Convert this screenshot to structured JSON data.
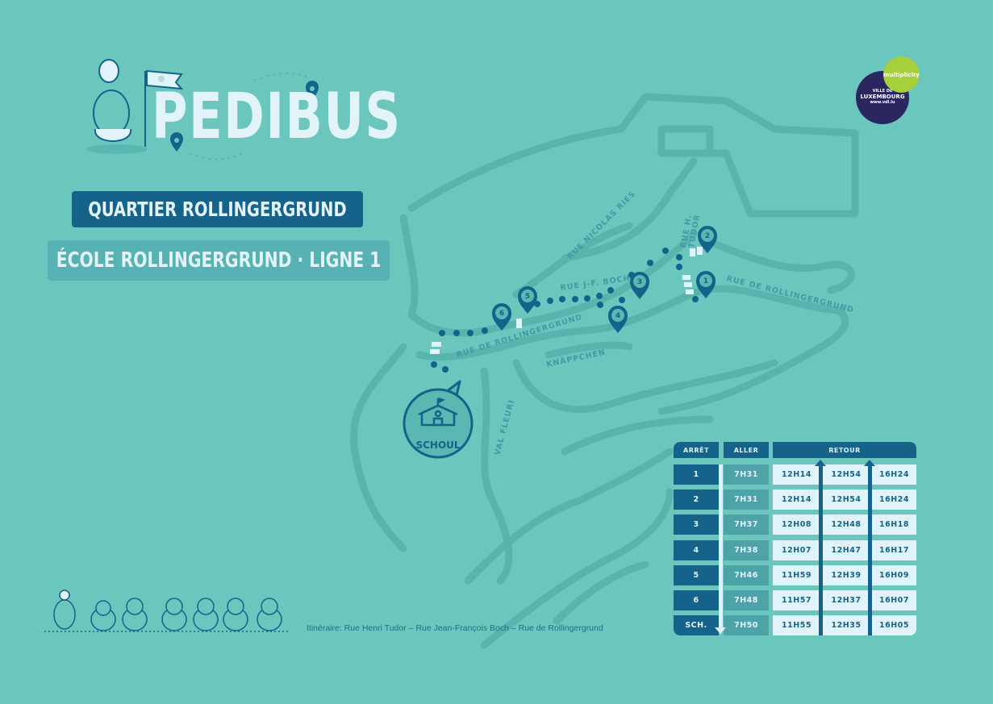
{
  "logo": {
    "name": "PEDIBUS"
  },
  "partners": {
    "multiplicity": "multiplicity",
    "ville_small": "VILLE DE",
    "ville": "LUXEMBOURG",
    "url": "www.vdl.lu"
  },
  "titles": {
    "quartier": "QUARTIER ROLLINGERGRUND",
    "ecole": "ÉCOLE ROLLINGERGRUND · LIGNE 1"
  },
  "map": {
    "streets": [
      "RUE NICOLAS RIES",
      "RUE J-F. BOCH",
      "RUE H.",
      "TUDOR",
      "RUE DE ROLLINGERGRUND",
      "RUE DE ROLLINGERGRUND",
      "KNÄPPCHEN",
      "VAL FLEURI"
    ],
    "stops": [
      "1",
      "2",
      "3",
      "4",
      "5",
      "6"
    ],
    "school_label": "SCHOUL"
  },
  "itinerary": "Itinéraire: Rue Henri Tudor – Rue Jean-François Boch – Rue de Rollingergrund",
  "timetable": {
    "headers": {
      "stop": "ARRÊT",
      "aller": "ALLER",
      "retour": "RETOUR"
    },
    "rows": [
      {
        "stop": "1",
        "aller": "7H31",
        "retour": [
          "12H14",
          "12H54",
          "16H24"
        ]
      },
      {
        "stop": "2",
        "aller": "7H31",
        "retour": [
          "12H14",
          "12H54",
          "16H24"
        ]
      },
      {
        "stop": "3",
        "aller": "7H37",
        "retour": [
          "12H08",
          "12H48",
          "16H18"
        ]
      },
      {
        "stop": "4",
        "aller": "7H38",
        "retour": [
          "12H07",
          "12H47",
          "16H17"
        ]
      },
      {
        "stop": "5",
        "aller": "7H46",
        "retour": [
          "11H59",
          "12H39",
          "16H09"
        ]
      },
      {
        "stop": "6",
        "aller": "7H48",
        "retour": [
          "11H57",
          "12H37",
          "16H07"
        ]
      },
      {
        "stop": "SCH.",
        "aller": "7H50",
        "retour": [
          "11H55",
          "12H35",
          "16H05"
        ]
      }
    ]
  },
  "colors": {
    "background": "#6bc7bd",
    "dark": "#15638b",
    "road": "#58b5ae",
    "light": "#e2f4fb"
  }
}
